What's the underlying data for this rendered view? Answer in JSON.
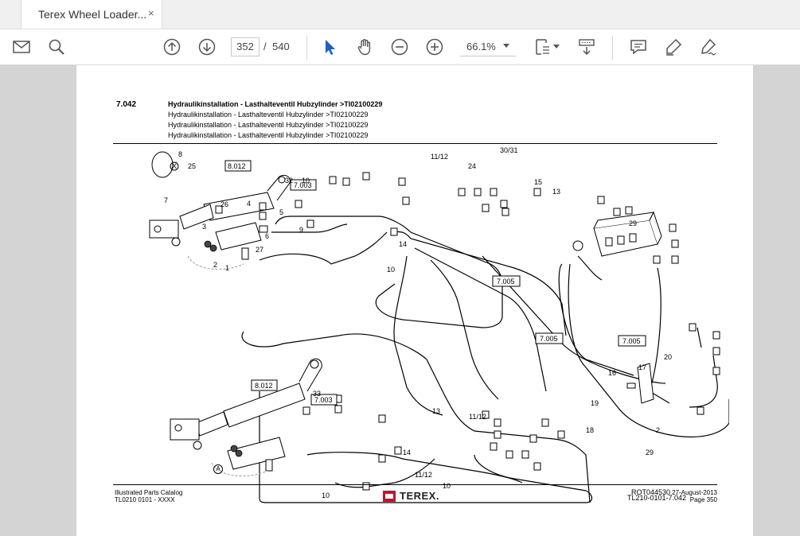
{
  "tab": {
    "title": "Terex Wheel Loader...",
    "close": "×"
  },
  "toolbar": {
    "page_current": "352",
    "page_sep": "/",
    "page_total": "540",
    "zoom": "66.1%"
  },
  "document": {
    "section": "7.042",
    "title_lines": [
      "Hydraulikinstallation - Lasthalteventil Hubzylinder >TI02100229",
      "Hydraulikinstallation - Lasthalteventil Hubzylinder >TI02100229",
      "Hydraulikinstallation - Lasthalteventil Hubzylinder >TI02100229",
      "Hydraulikinstallation - Lasthalteventil Hubzylinder >TI02100229"
    ],
    "diagram": {
      "boxed_refs": [
        "8.012",
        "7.003",
        "8.012",
        "7.003",
        "7.005",
        "7.005",
        "7.005"
      ],
      "part_numbers": [
        "8",
        "7",
        "25",
        "32",
        "10",
        "11/12",
        "24",
        "30/31",
        "15",
        "13",
        "26",
        "4",
        "5",
        "3",
        "9",
        "6",
        "27",
        "2",
        "1",
        "14",
        "29",
        "33",
        "17",
        "16",
        "20",
        "19",
        "18",
        "11/12",
        "10",
        "13",
        "14",
        "11/12",
        "10",
        "29",
        "2",
        "10"
      ],
      "x_marker": "X",
      "drawing_id": "ROT044530",
      "drawing_sub": "TL210-0101-7.042"
    },
    "circle_mark": "A",
    "footer": {
      "left_1": "Illustrated Parts Catalog",
      "left_2": "TL0210 0101 - XXXX",
      "brand": "TEREX.",
      "right_1": "27-August-2013",
      "right_2": "Page 350"
    }
  },
  "colors": {
    "brand_red": "#c8102e",
    "cursor_blue": "#1f5fbf",
    "icon_gray": "#555555"
  },
  "icons": [
    "mail-icon",
    "search-icon",
    "page-up-icon",
    "page-down-icon",
    "select-cursor-icon",
    "hand-icon",
    "zoom-out-icon",
    "zoom-in-icon",
    "fit-page-icon",
    "scroll-mode-icon",
    "comment-icon",
    "highlight-icon",
    "sign-icon"
  ]
}
